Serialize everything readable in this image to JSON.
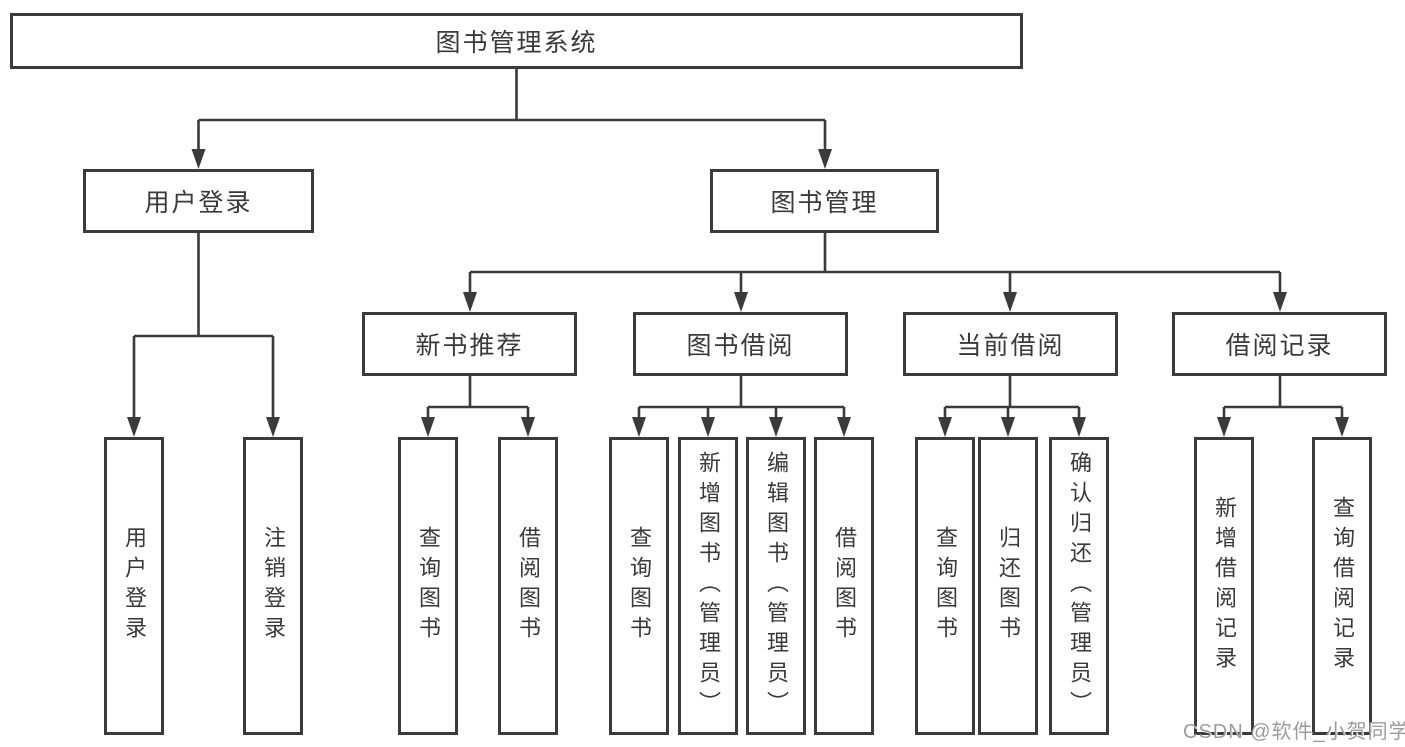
{
  "tree": {
    "root": {
      "label": "图书管理系统"
    },
    "children": [
      {
        "label": "用户登录",
        "children": [
          {
            "label": "用户登录"
          },
          {
            "label": "注销登录"
          }
        ]
      },
      {
        "label": "图书管理",
        "children": [
          {
            "label": "新书推荐",
            "children": [
              {
                "label": "查询图书"
              },
              {
                "label": "借阅图书"
              }
            ]
          },
          {
            "label": "图书借阅",
            "children": [
              {
                "label": "查询图书"
              },
              {
                "label": "新增图书（管理员）"
              },
              {
                "label": "编辑图书（管理员）"
              },
              {
                "label": "借阅图书"
              }
            ]
          },
          {
            "label": "当前借阅",
            "children": [
              {
                "label": "查询图书"
              },
              {
                "label": "归还图书"
              },
              {
                "label": "确认归还（管理员）"
              }
            ]
          },
          {
            "label": "借阅记录",
            "children": [
              {
                "label": "新增借阅记录"
              },
              {
                "label": "查询借阅记录"
              }
            ]
          }
        ]
      }
    ]
  },
  "watermark": {
    "text": "CSDN @软件_小贺同学"
  },
  "colors": {
    "line": "#3b3b3d",
    "text": "#3a3a3c",
    "background": "#ffffff",
    "watermark": "#9c9c9c"
  }
}
